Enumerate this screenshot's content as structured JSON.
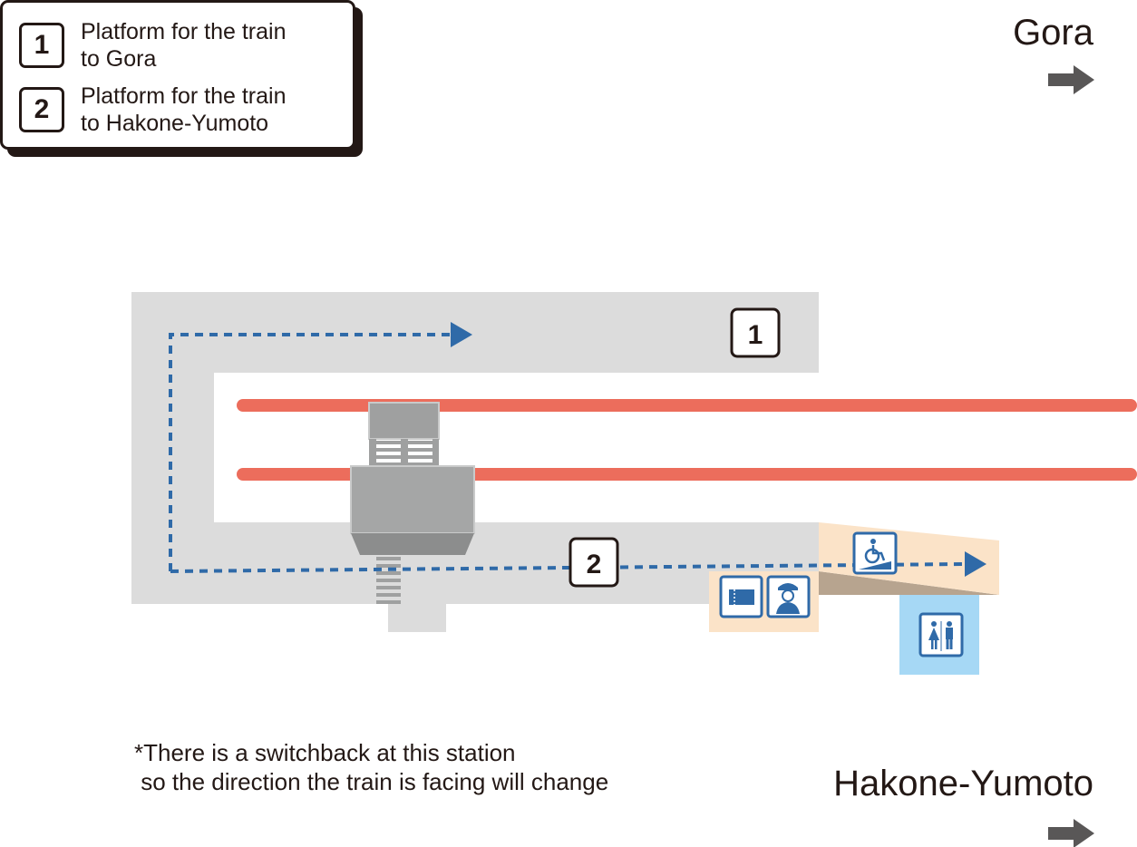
{
  "legend": {
    "items": [
      {
        "number": "1",
        "line1": "Platform for the train",
        "line2": "to Gora"
      },
      {
        "number": "2",
        "line1": "Platform for the train",
        "line2": "to Hakone-Yumoto"
      }
    ]
  },
  "directions": {
    "top": "Gora",
    "bottom": "Hakone-Yumoto"
  },
  "map": {
    "platform_1_label": "1",
    "platform_2_label": "2",
    "icons": [
      "ticket-icon",
      "station-staff-icon",
      "wheelchair-ramp-icon",
      "restroom-icon"
    ]
  },
  "note": {
    "line1": "*There is a switchback at this station",
    "line2": " so the direction the train is facing will change"
  },
  "colors": {
    "platform": "#dcdcdc",
    "track": "#ec6d5c",
    "route": "#2f6aa8",
    "concourse": "#fbe3c8",
    "restroom_area": "#a6d8f5",
    "arrow": "#595757"
  }
}
